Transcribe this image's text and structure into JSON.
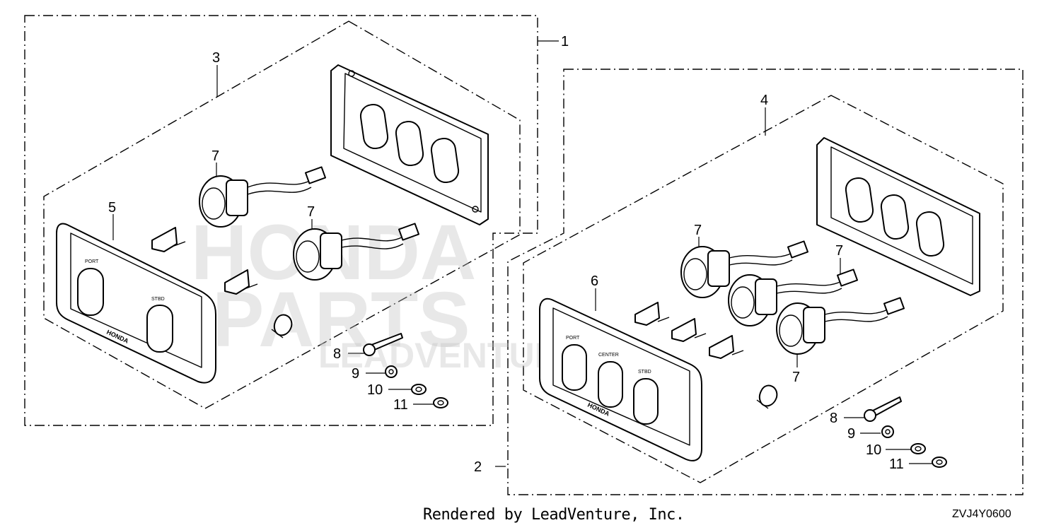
{
  "callouts": {
    "c1": "1",
    "c2": "2",
    "c3": "3",
    "c4": "4",
    "c5": "5",
    "c6": "6",
    "c7a": "7",
    "c7b": "7",
    "c7c": "7",
    "c7d": "7",
    "c7e": "7",
    "c8a": "8",
    "c8b": "8",
    "c9a": "9",
    "c9b": "9",
    "c10a": "10",
    "c10b": "10",
    "c11a": "11",
    "c11b": "11"
  },
  "panel_labels": {
    "left_port": "PORT",
    "left_stbd": "STBD",
    "right_port": "PORT",
    "right_center": "CENTER",
    "right_stbd": "STBD",
    "brand_left": "HONDA",
    "brand_right": "HONDA"
  },
  "watermark": {
    "line1": "HONDA",
    "line2": "PARTS",
    "line3": "LEADVENTURE"
  },
  "footer": {
    "credit": "Rendered by LeadVenture, Inc.",
    "diagram_code": "ZVJ4Y0600"
  }
}
